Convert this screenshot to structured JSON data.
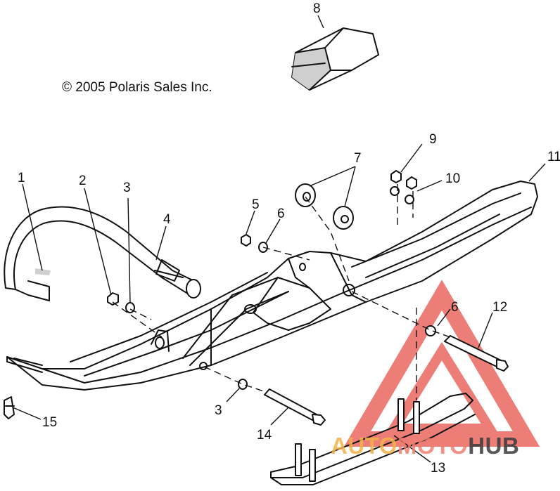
{
  "copyright": "© 2005 Polaris Sales Inc.",
  "callouts": {
    "c1": "1",
    "c2": "2",
    "c3a": "3",
    "c3b": "3",
    "c4": "4",
    "c5": "5",
    "c6a": "6",
    "c6b": "6",
    "c7": "7",
    "c8": "8",
    "c9": "9",
    "c10": "10",
    "c11": "11",
    "c12": "12",
    "c13": "13",
    "c14": "14",
    "c15": "15"
  },
  "watermark": {
    "part1": "AUTO",
    "part2": "MOTO",
    "part3": "HUB",
    "color1": "#f2b24a",
    "color2": "#f07f70",
    "color3": "#3a3a3a"
  },
  "colors": {
    "line": "#111111",
    "watermark_triangle": "#e8534a"
  }
}
